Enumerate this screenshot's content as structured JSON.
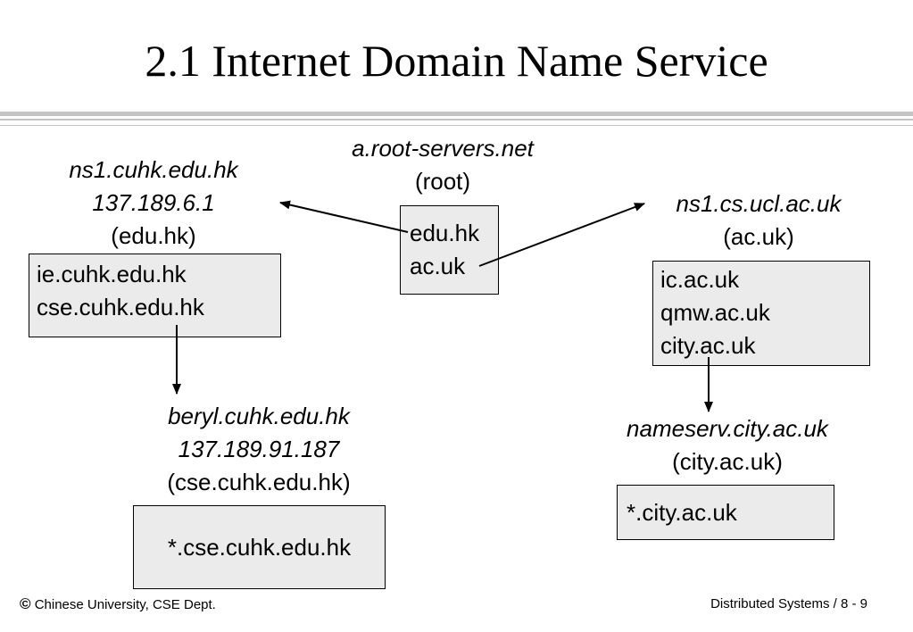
{
  "title": "2.1 Internet Domain Name Service",
  "root": {
    "name": "a.root-servers.net",
    "zone": "(root)",
    "entries": [
      "edu.hk",
      "ac.uk"
    ]
  },
  "cuhk": {
    "name": "ns1.cuhk.edu.hk",
    "ip": "137.189.6.1",
    "zone": "(edu.hk)",
    "entries": [
      "ie.cuhk.edu.hk",
      "cse.cuhk.edu.hk"
    ]
  },
  "ucl": {
    "name": "ns1.cs.ucl.ac.uk",
    "zone": "(ac.uk)",
    "entries": [
      "ic.ac.uk",
      "qmw.ac.uk",
      "city.ac.uk"
    ]
  },
  "beryl": {
    "name": "beryl.cuhk.edu.hk",
    "ip": "137.189.91.187",
    "zone": "(cse.cuhk.edu.hk)",
    "entries": [
      "*.cse.cuhk.edu.hk"
    ]
  },
  "city": {
    "name": "nameserv.city.ac.uk",
    "zone": "(city.ac.uk)",
    "entries": [
      "*.city.ac.uk"
    ]
  },
  "footer": {
    "copyright_symbol": "©",
    "left": "Chinese University, CSE Dept.",
    "right": "Distributed Systems / 8 - 9"
  }
}
